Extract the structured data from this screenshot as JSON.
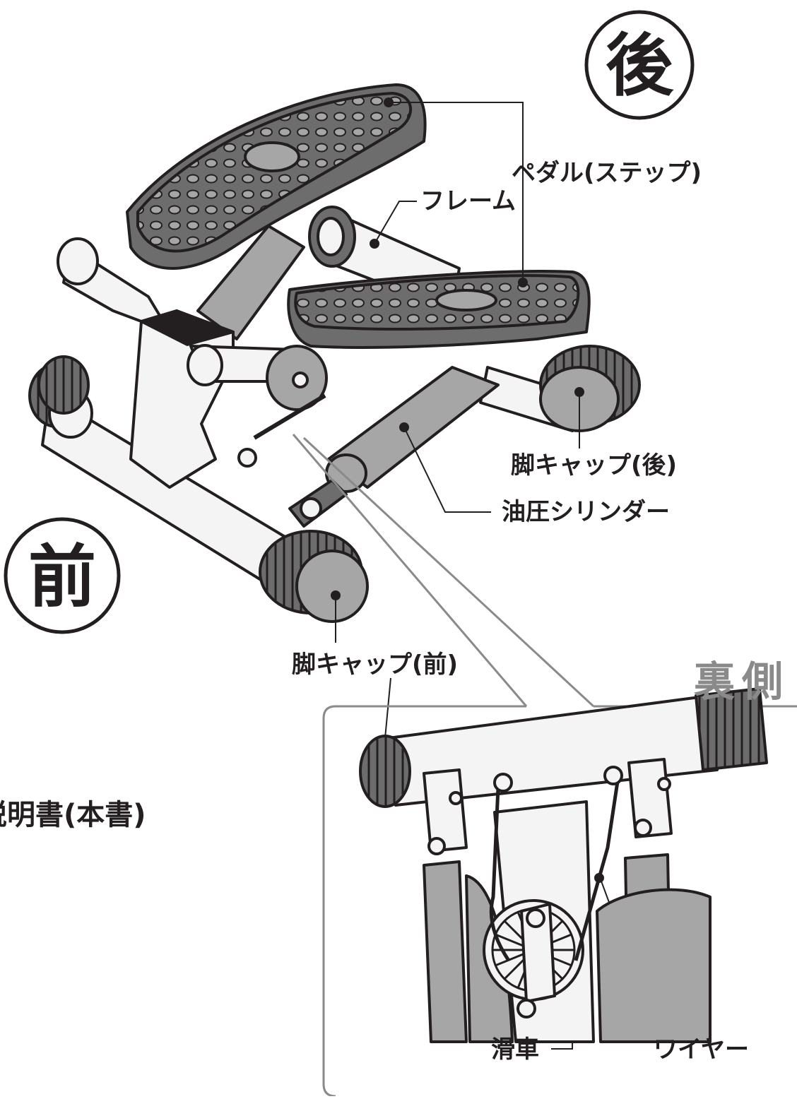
{
  "labels": {
    "rear_badge": "後",
    "front_badge": "前",
    "pedal": "ペダル(ステップ)",
    "frame": "フレーム",
    "leg_cap_rear": "脚キャップ(後)",
    "hydraulic_cylinder": "油圧シリンダー",
    "leg_cap_front": "脚キャップ(前)",
    "underside": "裏側",
    "manual_partial": "説明書(本書)",
    "pulley": "滑車",
    "wire": "ワイヤー"
  },
  "colors": {
    "outline": "#231f20",
    "part_gray": "#a6a6a6",
    "dark_gray": "#6d6d6d",
    "light_fill": "#f4f4f4",
    "callout_frame": "#8a8a8a"
  }
}
